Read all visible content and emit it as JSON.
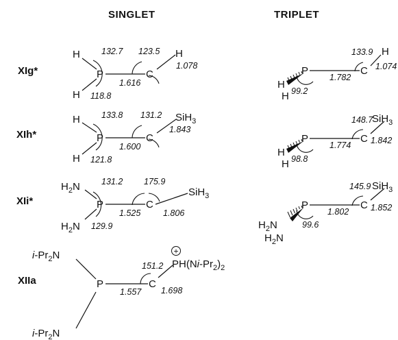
{
  "headers": {
    "singlet": "SINGLET",
    "triplet": "TRIPLET"
  },
  "rows": [
    {
      "label": "XIg*",
      "singlet": {
        "h1": "H",
        "p": "P",
        "c": "C",
        "h2": "H",
        "h3": "H",
        "a1": "132.7",
        "a2": "123.5",
        "a3": "118.8",
        "d1": "1.616",
        "d2": "1.078"
      },
      "triplet": {
        "h1": "H",
        "h2": "H",
        "p": "P",
        "c": "C",
        "h3": "H",
        "a1": "133.9",
        "a2": "99.2",
        "d1": "1.782",
        "d2": "1.074"
      }
    },
    {
      "label": "XIh*",
      "singlet": {
        "h1": "H",
        "p": "P",
        "c": "C",
        "h2": "H",
        "si": "SiH",
        "a1": "133.8",
        "a2": "131.2",
        "a3": "121.8",
        "d1": "1.600",
        "d2": "1.843"
      },
      "triplet": {
        "h1": "H",
        "h2": "H",
        "p": "P",
        "c": "C",
        "si": "SiH",
        "a1": "148.7",
        "a2": "98.8",
        "d1": "1.774",
        "d2": "1.842"
      }
    },
    {
      "label": "XIi*",
      "singlet": {
        "n1": "H",
        "n2": "H",
        "p": "P",
        "c": "C",
        "si": "SiH",
        "a1": "131.2",
        "a2": "175.9",
        "a3": "129.9",
        "d1": "1.525",
        "d2": "1.806"
      },
      "triplet": {
        "n1": "H",
        "n2": "H",
        "p": "P",
        "c": "C",
        "si": "SiH",
        "a1": "145.9",
        "a2": "99.6",
        "d1": "1.802",
        "d2": "1.852"
      }
    },
    {
      "label": "XIIa",
      "singlet": {
        "ipr": "i",
        "iprRest": "-Pr",
        "n": "N",
        "p": "P",
        "c": "C",
        "ph": "PH(N",
        "iprPh": "i",
        "prPh": "-Pr",
        "close": ")",
        "charge": "+",
        "a1": "151.2",
        "d1": "1.557",
        "d2": "1.698"
      }
    }
  ],
  "subscripts": {
    "two": "2",
    "three": "3"
  }
}
